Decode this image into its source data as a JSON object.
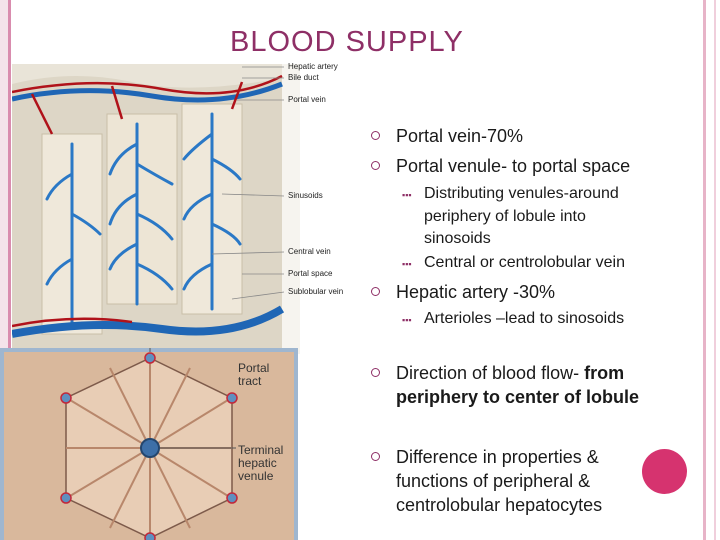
{
  "slide": {
    "title": "BLOOD SUPPLY",
    "colors": {
      "title": "#8e2f66",
      "accent": "#d6336f",
      "border": "#d98cae"
    }
  },
  "diagram_labels": {
    "hepatic_artery": "Hepatic artery",
    "bile_duct": "Bile duct",
    "portal_vein": "Portal vein",
    "sinusoids": "Sinusoids",
    "central_vein": "Central vein",
    "portal_space": "Portal space",
    "sublobular_vein": "Sublobular vein",
    "portal_tract": "Portal tract",
    "terminal_hepatic_venule": "Terminal hepatic venule"
  },
  "bullets": [
    {
      "text": "Portal vein-70%"
    },
    {
      "text": "Portal venule- to portal space"
    },
    {
      "text": "Distributing venules-around periphery of lobule into sinosoids",
      "level": 2
    },
    {
      "text": "Central or centrolobular vein",
      "level": 2
    },
    {
      "text": "Hepatic artery -30%"
    },
    {
      "text": "Arterioles –lead to sinosoids",
      "level": 2
    },
    {
      "prefix": "Direction of blood flow- ",
      "bold": "from periphery to center of lobule"
    },
    {
      "text": "Difference in properties & functions of peripheral & centrolobular hepatocytes"
    }
  ]
}
